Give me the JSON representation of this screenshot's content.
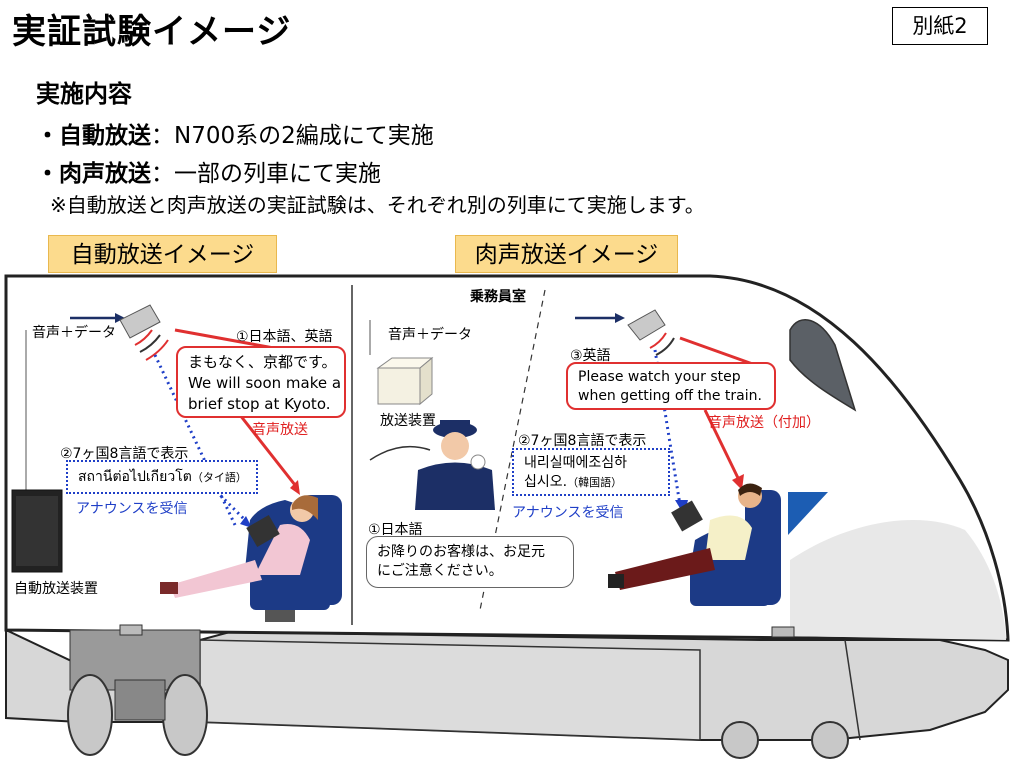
{
  "header": {
    "title": "実証試験イメージ",
    "tag": "別紙2"
  },
  "content": {
    "heading": "実施内容",
    "bullet1_term": "・自動放送",
    "bullet1_desc": "：N700系の2編成にて実施",
    "bullet2_term": "・肉声放送",
    "bullet2_desc": "：一部の列車にて実施",
    "note": "※自動放送と肉声放送の実証試験は、それぞれ別の列車にて実施します。"
  },
  "auto_panel": {
    "label": "自動放送イメージ",
    "signal": "音声＋データ",
    "lang_label": "①日本語、英語",
    "announcement_line1": "まもなく、京都です。",
    "announcement_line2": "We will soon make a",
    "announcement_line3": "brief stop at Kyoto.",
    "broadcast": "音声放送",
    "display_label": "②7ヶ国8言語で表示",
    "display_text": "สถานีต่อไปเกียวโต",
    "display_lang": "（タイ語）",
    "receive": "アナウンスを受信",
    "device": "自動放送装置"
  },
  "live_panel": {
    "label": "肉声放送イメージ",
    "crew_room": "乗務員室",
    "signal": "音声＋データ",
    "broadcast_device": "放送装置",
    "lang_label": "③英語",
    "announcement_line1": "Please watch your step",
    "announcement_line2": "when getting off the train.",
    "broadcast": "音声放送（付加）",
    "display_label": "②7ヶ国8言語で表示",
    "display_line1": "내리실때에조심하",
    "display_line2": "십시오.",
    "display_lang": "（韓国語）",
    "receive": "アナウンスを受信",
    "jp_label": "①日本語",
    "speech_line1": "お降りのお客様は、お足元",
    "speech_line2": "にご注意ください。"
  },
  "colors": {
    "accent_red": "#e02020",
    "accent_blue": "#1f3fc7",
    "label_fill": "#fcdb8d",
    "seat_blue": "#1c3a86",
    "train_gray": "#d9d9d9"
  }
}
